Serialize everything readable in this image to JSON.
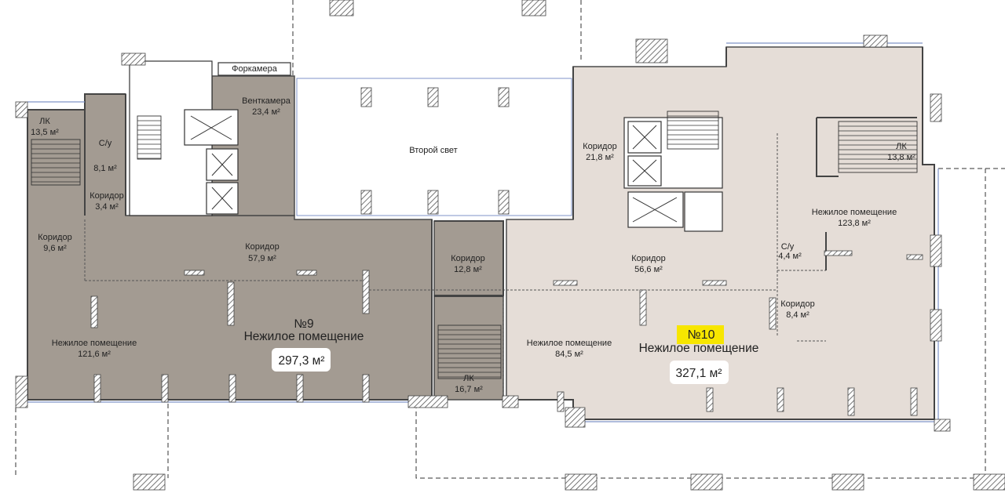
{
  "units": {
    "n9": {
      "number": "№9",
      "name": "Нежилое помещение",
      "area": "297,3 м²",
      "fill": "#a39b92"
    },
    "n10": {
      "number": "№10",
      "name": "Нежилое помещение",
      "area": "327,1 м²",
      "fill": "#e5ddd7",
      "highlight": "#f7e600"
    }
  },
  "rooms": {
    "lk1": {
      "name": "ЛК",
      "area": "13,5 м²"
    },
    "su1": {
      "name": "С/у",
      "area": "8,1 м²"
    },
    "kor1": {
      "name": "Коридор",
      "area": "3,4 м²"
    },
    "kor2": {
      "name": "Коридор",
      "area": "9,6 м²"
    },
    "kor3": {
      "name": "Коридор",
      "area": "57,9 м²"
    },
    "vent": {
      "name": "Венткамера",
      "area": "23,4 м²"
    },
    "fork": {
      "name": "Форкамера"
    },
    "second_light": {
      "name": "Второй свет"
    },
    "kor4": {
      "name": "Коридор",
      "area": "12,8 м²"
    },
    "lk2": {
      "name": "ЛК",
      "area": "16,7 м²"
    },
    "nz1": {
      "name": "Нежилое помещение",
      "area": "121,6 м²"
    },
    "kor5": {
      "name": "Коридор",
      "area": "21,8 м²"
    },
    "kor6": {
      "name": "Коридор",
      "area": "56,6 м²"
    },
    "nz2": {
      "name": "Нежилое помещение",
      "area": "84,5 м²"
    },
    "lk3": {
      "name": "ЛК",
      "area": "13,8 м²"
    },
    "nz3": {
      "name": "Нежилое помещение",
      "area": "123,8 м²"
    },
    "su2": {
      "name": "С/у",
      "area": "4,4 м²"
    },
    "kor7": {
      "name": "Коридор",
      "area": "8,4 м²"
    }
  },
  "colors": {
    "wall": "#4a4a4a",
    "hatch": "#555555",
    "stairs": "#333333",
    "glass": "#7f93c8"
  }
}
